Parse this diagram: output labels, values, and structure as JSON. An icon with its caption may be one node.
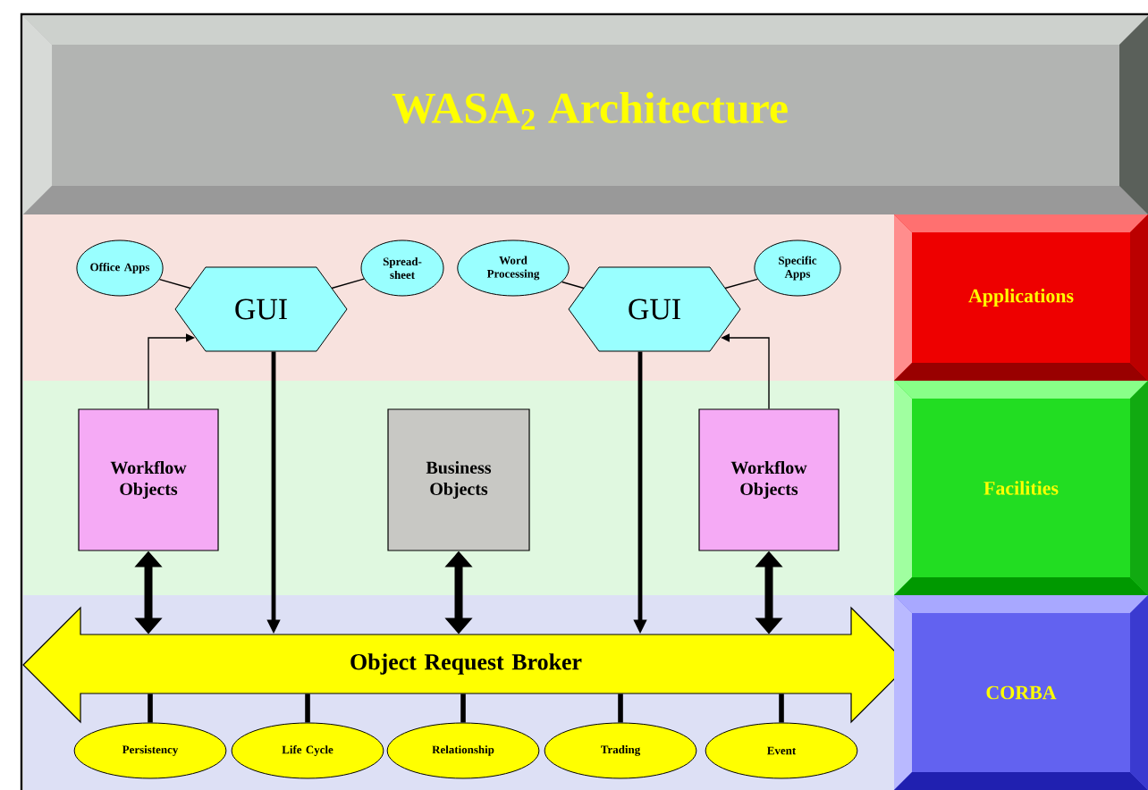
{
  "diagram": {
    "title": "WASA$_{2}$ Architecture",
    "nodes": [
      {
        "text": [
          "Office Apps"
        ]
      },
      {
        "text": [
          "GUI"
        ]
      },
      {
        "text": [
          "Spread-sheet"
        ]
      },
      {
        "text": [
          "Word Processing"
        ]
      },
      {
        "text": [
          "GUI"
        ]
      },
      {
        "text": [
          "Specific Apps"
        ]
      },
      {
        "text": [
          "Applications"
        ]
      },
      {
        "text": [
          "Workflow Objects"
        ]
      },
      {
        "text": [
          "Business Objects"
        ]
      },
      {
        "text": [
          "Workflow Objects"
        ]
      },
      {
        "text": [
          "Facilities"
        ]
      },
      {
        "text": [
          "Object Request Broker"
        ]
      },
      {
        "text": [
          "CORBA"
        ]
      },
      {
        "text": [
          "Persistency"
        ]
      },
      {
        "text": [
          "Life Cycle"
        ]
      },
      {
        "text": [
          "Relationship"
        ]
      },
      {
        "text": [
          "Trading"
        ]
      },
      {
        "text": [
          "Event"
        ]
      }
    ],
    "edges": [
      {
        "from": 0,
        "to": 1,
        "arrow": "none"
      },
      {
        "from": 2,
        "to": 1,
        "arrow": "none"
      },
      {
        "from": 3,
        "to": 4,
        "arrow": "none"
      },
      {
        "from": 5,
        "to": 4,
        "arrow": "none"
      },
      {
        "from": 7,
        "to": 1,
        "arrow": "to"
      },
      {
        "from": 9,
        "to": 4,
        "arrow": "to"
      },
      {
        "from": 1,
        "to": 11,
        "arrow": "to"
      },
      {
        "from": 4,
        "to": 11,
        "arrow": "to"
      },
      {
        "from": 7,
        "to": 11,
        "arrow": "both",
        "style": "thick"
      },
      {
        "from": 8,
        "to": 11,
        "arrow": "both",
        "style": "thick"
      },
      {
        "from": 9,
        "to": 11,
        "arrow": "both",
        "style": "thick"
      },
      {
        "from": 11,
        "to": 13,
        "arrow": "none"
      },
      {
        "from": 11,
        "to": 14,
        "arrow": "none"
      },
      {
        "from": 11,
        "to": 15,
        "arrow": "none"
      },
      {
        "from": 11,
        "to": 16,
        "arrow": "none"
      },
      {
        "from": 11,
        "to": 17,
        "arrow": "none"
      }
    ]
  }
}
